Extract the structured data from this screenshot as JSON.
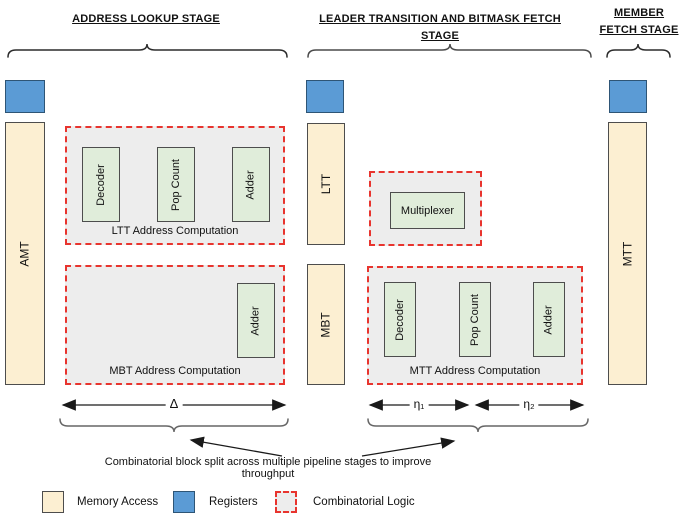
{
  "colors": {
    "memory_fill": "#FCEFD2",
    "memory_border": "#4D4D4D",
    "register_fill": "#5B9BD5",
    "register_border": "#2E5576",
    "logic_fill": "#EDEDED",
    "logic_border": "#E8342E",
    "unit_fill": "#E0EDDA",
    "unit_border": "#4D4D4D"
  },
  "headers": {
    "stage1": "ADDRESS LOOKUP STAGE",
    "stage2": "LEADER TRANSITION AND BITMASK FETCH STAGE",
    "stage3": "MEMBER FETCH STAGE"
  },
  "memory": {
    "amt": "AMT",
    "ltt": "LTT",
    "mbt": "MBT",
    "mtt": "MTT"
  },
  "logic": {
    "ltt": {
      "label": "LTT Address Computation",
      "units": [
        "Decoder",
        "Pop Count",
        "Adder"
      ]
    },
    "mbt": {
      "label": "MBT Address Computation",
      "units": [
        "Adder"
      ]
    },
    "mux": {
      "units": [
        "Multiplexer"
      ]
    },
    "mtt": {
      "label": "MTT Address Computation",
      "units": [
        "Decoder",
        "Pop Count",
        "Adder"
      ]
    }
  },
  "dimensions": {
    "delta": "Δ",
    "eta1": "η₁",
    "eta2": "η₂"
  },
  "note": "Combinatorial block split across multiple pipeline stages to improve throughput",
  "legend": [
    {
      "label": "Memory Access"
    },
    {
      "label": "Registers"
    },
    {
      "label": "Combinatorial Logic"
    }
  ]
}
